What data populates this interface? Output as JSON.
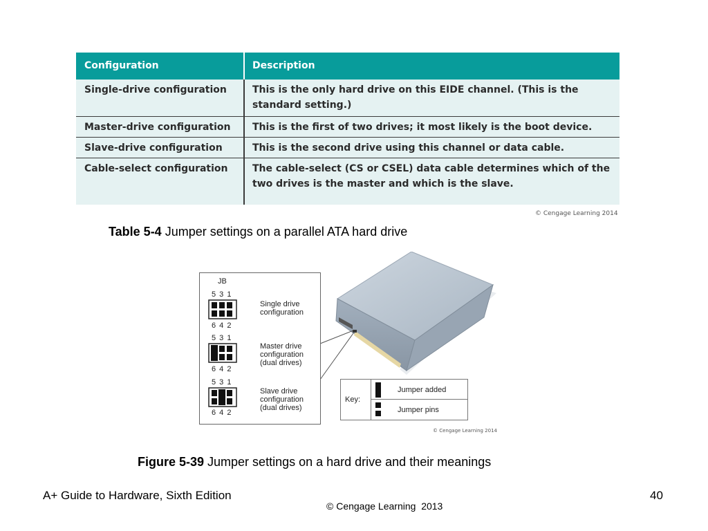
{
  "table": {
    "headers": [
      "Configuration",
      "Description"
    ],
    "rows": [
      {
        "config": "Single-drive configuration",
        "desc": "This is the only hard drive on this EIDE channel. (This is the standard setting.)"
      },
      {
        "config": "Master-drive configuration",
        "desc": "This is the first of two drives; it most likely is the boot device."
      },
      {
        "config": "Slave-drive configuration",
        "desc": "This is the second drive using this channel or data cable."
      },
      {
        "config": "Cable-select configuration",
        "desc": "The cable-select (CS or CSEL) data cable determines which of the two drives is the master and which is the slave."
      }
    ],
    "credit": "© Cengage Learning 2014"
  },
  "table_caption": {
    "label": "Table 5-4",
    "text": " Jumper settings on a parallel ATA hard drive"
  },
  "figure": {
    "jb_label": "JB",
    "top_pins": "5 3 1",
    "bottom_pins": "6 4 2",
    "configs": [
      {
        "line1": "Single drive",
        "line2": "configuration",
        "line3": ""
      },
      {
        "line1": "Master drive",
        "line2": "configuration",
        "line3": "(dual drives)"
      },
      {
        "line1": "Slave drive",
        "line2": "configuration",
        "line3": "(dual drives)"
      }
    ],
    "key_label": "Key:",
    "key_jumper_added": "Jumper added",
    "key_jumper_pins": "Jumper pins",
    "credit": "© Cengage Learning 2014"
  },
  "figure_caption": {
    "label": "Figure 5-39",
    "text": " Jumper settings on a hard drive and their meanings"
  },
  "footer": {
    "left": "A+ Guide to Hardware, Sixth Edition",
    "center": "© Cengage Learning  2013",
    "page": "40"
  },
  "colors": {
    "header_bg": "#089c9b",
    "table_bg": "#e5f2f2",
    "drive": "#b7c3cf"
  }
}
